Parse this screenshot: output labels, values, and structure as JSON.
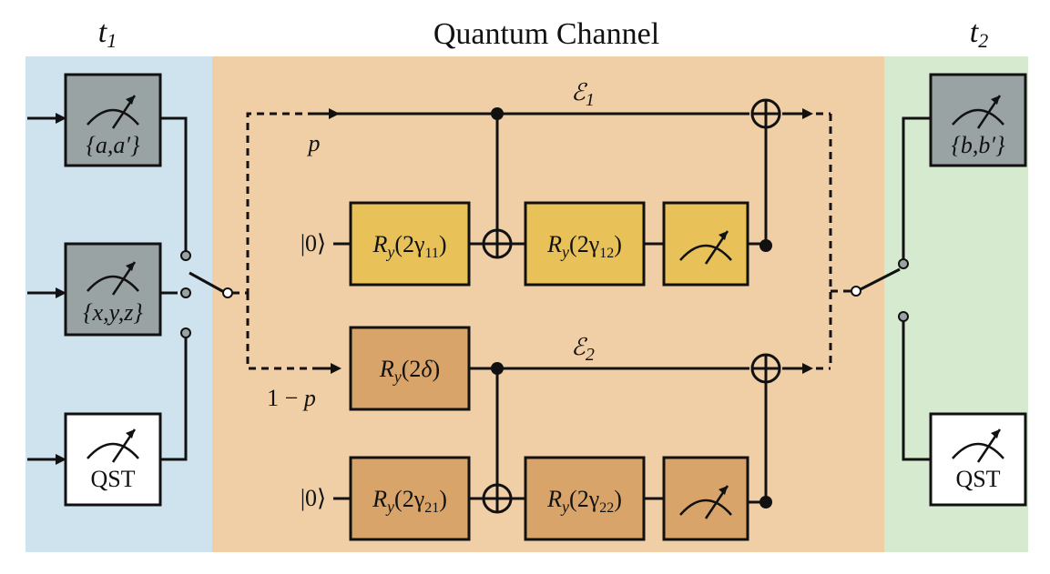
{
  "regions": {
    "left_title": "t1",
    "center_title": "Quantum Channel",
    "right_title": "t2"
  },
  "colors": {
    "left_bg": "#cfe3ef",
    "center_bg": "#f0cfa6",
    "right_bg": "#d6ead0",
    "gray_box": "#9aa3a4",
    "yellow_gate": "#e8c159",
    "orange_gate": "#d9a46a"
  },
  "left_measurements": [
    {
      "label": "{a,a′}",
      "fill": "gray"
    },
    {
      "label": "{x,y,z}",
      "fill": "gray"
    },
    {
      "label": "QST",
      "fill": "white"
    }
  ],
  "right_measurements": [
    {
      "label": "{b,b′}",
      "fill": "gray"
    },
    {
      "label": "QST",
      "fill": "white"
    }
  ],
  "channel": {
    "e1_label": "ℰ1",
    "e2_label": "ℰ2",
    "p_label": "p",
    "one_minus_p_label": "1 − p",
    "ket0_top": "|0⟩",
    "ket0_bottom": "|0⟩",
    "gates": {
      "ry_g11": "Ry(2γ11)",
      "ry_g12": "Ry(2γ12)",
      "ry_delta": "Ry(2δ)",
      "ry_g21": "Ry(2γ21)",
      "ry_g22": "Ry(2γ22)"
    }
  }
}
